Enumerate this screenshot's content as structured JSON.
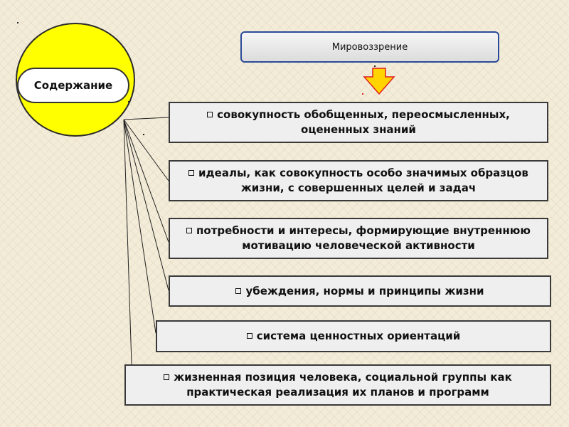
{
  "diagram": {
    "center_label": "Содержание",
    "top_label": "Мировоззрение",
    "items": [
      "совокупность обобщенных, переосмысленных, оцененных знаний",
      "идеалы, как совокупность особо значимых образцов жизни, с совершенных целей и задач",
      "потребности и интересы, формирующие внутреннюю мотивацию человеческой активности",
      "убеждения, нормы и принципы жизни",
      "система ценностных ориентаций",
      "жизненная позиция человека, социальной группы как практическая реализация их планов и программ"
    ]
  },
  "colors": {
    "circle_fill": "#ffff00",
    "arrow_fill": "#ffd400",
    "arrow_stroke": "#e02020",
    "worldview_border": "#2b4a9a"
  }
}
